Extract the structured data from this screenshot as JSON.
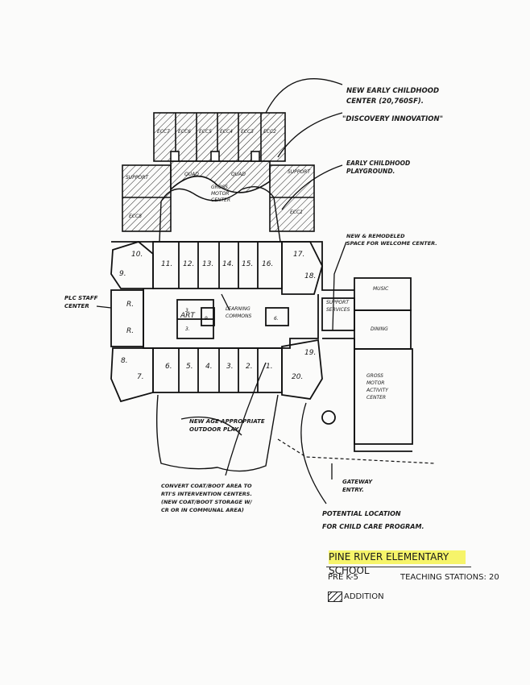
{
  "notes": {
    "new_ecc_1": "NEW EARLY CHILDHOOD",
    "new_ecc_2": "CENTER (20,760SF).",
    "new_ecc_3": "\"DISCOVERY INNOVATION\"",
    "playground_1": "EARLY CHILDHOOD",
    "playground_2": "PLAYGROUND.",
    "welcome_1": "NEW & REMODELED",
    "welcome_2": "SPACE FOR WELCOME CENTER.",
    "plc_1": "PLC STAFF",
    "plc_2": "CENTER",
    "learning_1": "LEARNING",
    "learning_2": "COMMONS",
    "outdoor_1": "NEW AGE APPROPRIATE",
    "outdoor_2": "OUTDOOR PLAY.",
    "convert_1": "CONVERT COAT/BOOT AREA TO",
    "convert_2": "RTI'S INTERVENTION CENTERS.",
    "convert_3": "(NEW COAT/BOOT STORAGE W/",
    "convert_4": "CR OR IN COMMUNAL AREA)",
    "gateway_1": "GATEWAY",
    "gateway_2": "ENTRY.",
    "childcare_1": "POTENTIAL LOCATION",
    "childcare_2": "FOR CHILD CARE PROGRAM.",
    "support_1": "SUPPORT",
    "support_2": "SERVICES",
    "music": "MUSIC",
    "dining": "DINING",
    "gross_1": "GROSS",
    "gross_2": "MOTOR",
    "gross_3": "ACTIVITY",
    "gross_4": "CENTER",
    "gm_center_1": "GROSS",
    "gm_center_2": "MOTOR",
    "gm_center_3": "CENTER",
    "quad_left": "QUAD",
    "quad_right": "QUAD"
  },
  "rooms": {
    "ecc_top": [
      "ECC7",
      "ECC6",
      "ECC5",
      "ECC4",
      "ECC3",
      "ECC2"
    ],
    "ecc8": "ECC8",
    "ecc1": "ECC1",
    "support_left": "SUPPORT",
    "support_right": "SUPPORT",
    "upper_row": [
      "10.",
      "11.",
      "12.",
      "13.",
      "14.",
      "15.",
      "16.",
      "17."
    ],
    "r9": "9.",
    "r18": "18.",
    "plc_r1": "R.",
    "plc_r2": "R.",
    "art": "ART",
    "core_1": "3.",
    "core_2": "3.",
    "core_3": "9.",
    "core_4": "6.",
    "lower_row": [
      "8.",
      "7.",
      "6.",
      "5.",
      "4.",
      "3.",
      "2.",
      "1."
    ],
    "r19": "19.",
    "r20": "20."
  },
  "legend": {
    "school": "PINE RIVER ELEMENTARY SCHOOL",
    "grades": "PRE K-5",
    "stations": "TEACHING STATIONS: 20",
    "addition": "ADDITION",
    "highlight_color": "#f6f46a"
  }
}
